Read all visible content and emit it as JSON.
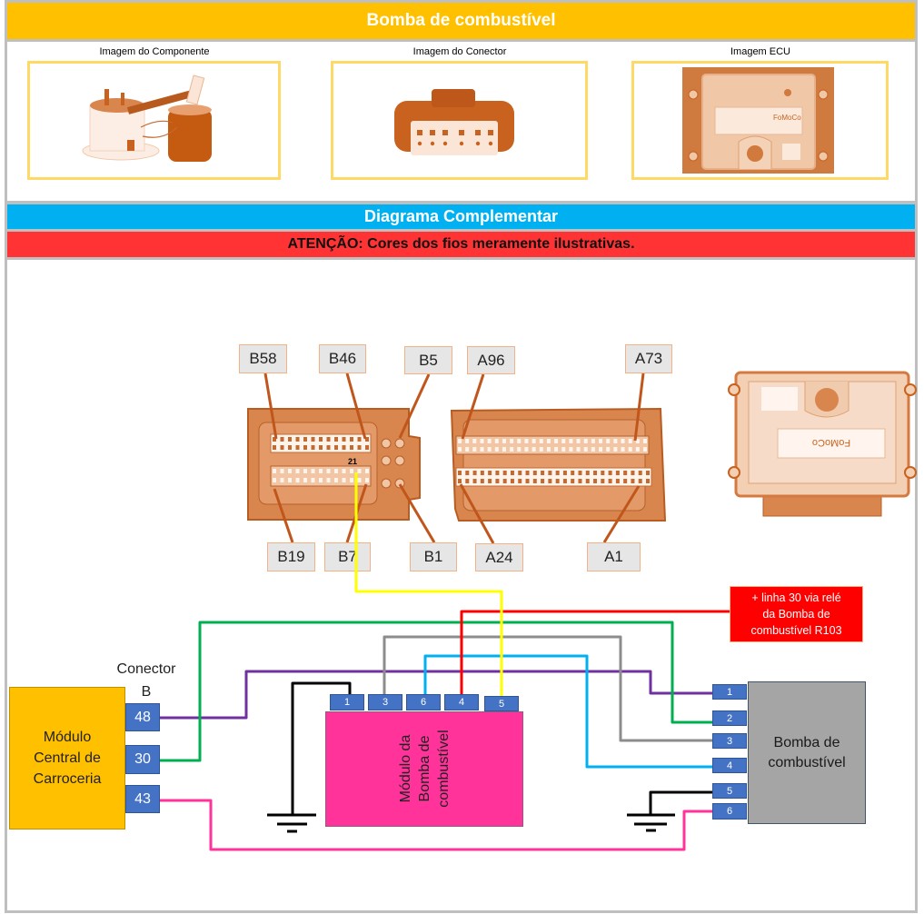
{
  "header": {
    "title": "Bomba de combustível"
  },
  "gallery": [
    {
      "caption": "Imagem do Componente",
      "image": "fuel-pump-component-photo"
    },
    {
      "caption": "Imagem do Conector",
      "image": "pump-connector-photo"
    },
    {
      "caption": "Imagem ECU",
      "image": "ecu-photo",
      "brand_text": "FoMoCo"
    }
  ],
  "diagram": {
    "title": "Diagrama Complementar",
    "warning": "ATENÇÃO: Cores dos fios meramente ilustrativas.",
    "ecu_connector": {
      "top_labels": [
        "B58",
        "B46",
        "B5",
        "A96",
        "A73"
      ],
      "bottom_labels": [
        "B19",
        "B7",
        "B1",
        "A24",
        "A1"
      ],
      "pin_marker": "21"
    },
    "ecu_image": {
      "brand_text": "FoMoCo"
    },
    "relay_note": [
      "+ linha 30 via relé",
      "da Bomba de",
      "combustível R103"
    ],
    "bcm": {
      "connector_label": [
        "Conector",
        "B"
      ],
      "name": [
        "Módulo",
        "Central de",
        "Carroceria"
      ],
      "pins": [
        "48",
        "30",
        "43"
      ]
    },
    "pump_module": {
      "name": [
        "Módulo da",
        "Bomba de",
        "combustível"
      ],
      "pins": [
        "1",
        "3",
        "6",
        "4",
        "5"
      ]
    },
    "pump": {
      "name": [
        "Bomba de",
        "combustível"
      ],
      "pins": [
        "1",
        "2",
        "3",
        "4",
        "5",
        "6"
      ]
    },
    "wires": [
      {
        "id": "yellow",
        "color": "#FFFF00",
        "from": "ECU pino 21 (B)",
        "to": "Módulo da Bomba pino 5"
      },
      {
        "id": "red",
        "color": "#FF0000",
        "from": "+ linha 30 via relé R103",
        "to": "Módulo da Bomba pino 4"
      },
      {
        "id": "green",
        "color": "#00B050",
        "from": "Conector B pino 30",
        "to": "Bomba pino 2"
      },
      {
        "id": "gray",
        "color": "#8C8C8C",
        "from": "Módulo da Bomba pino 3",
        "to": "Bomba pino 3"
      },
      {
        "id": "cyan",
        "color": "#00B0F0",
        "from": "Módulo da Bomba pino 6",
        "to": "Bomba pino 4"
      },
      {
        "id": "purple",
        "color": "#7030A0",
        "from": "Conector B pino 48",
        "to": "Bomba pino 1"
      },
      {
        "id": "black-module",
        "color": "#000000",
        "from": "Módulo da Bomba pino 1",
        "to": "ground"
      },
      {
        "id": "black-pump",
        "color": "#000000",
        "from": "Bomba pino 5",
        "to": "ground"
      },
      {
        "id": "pink",
        "color": "#FF3399",
        "from": "Conector B pino 43",
        "to": "Bomba pino 6"
      }
    ]
  },
  "colors": {
    "header": "#FFC000",
    "section": "#00B0F0",
    "warning": "#FF3333",
    "pin": "#4472C4",
    "bcm": "#FFC000",
    "pump_module": "#FF3399",
    "pump": "#A5A5A5",
    "relay_note": "#FF0000"
  }
}
